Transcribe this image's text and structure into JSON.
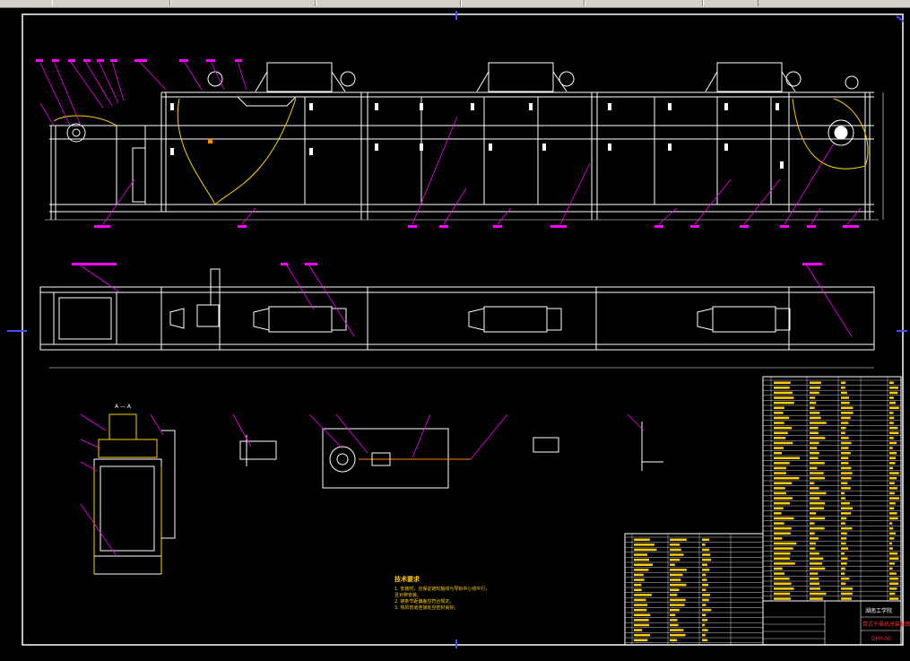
{
  "window": {
    "tabs": [
      "",
      "",
      "",
      "",
      "",
      ""
    ]
  },
  "drawing": {
    "section_label": "A — A",
    "notes": {
      "title": "技术要求",
      "lines": [
        "1. 安装时，应保证链轮轴线与导轨中心线平行，",
        "   且对称安装。",
        "2. 链条节距偏差应符合规定。",
        "3. 热风管道连接处应密封良好。"
      ]
    },
    "title_block": {
      "school": "湖南工学院",
      "title": "带式干燥机总装配图",
      "drawing_no": "DHY-00"
    }
  },
  "colors": {
    "background": "#000000",
    "frame": "#ffffff",
    "leader": "#ff00ff",
    "accent": "#ffd000",
    "highlight": "#ff8c00",
    "centerline": "#4050ff"
  }
}
